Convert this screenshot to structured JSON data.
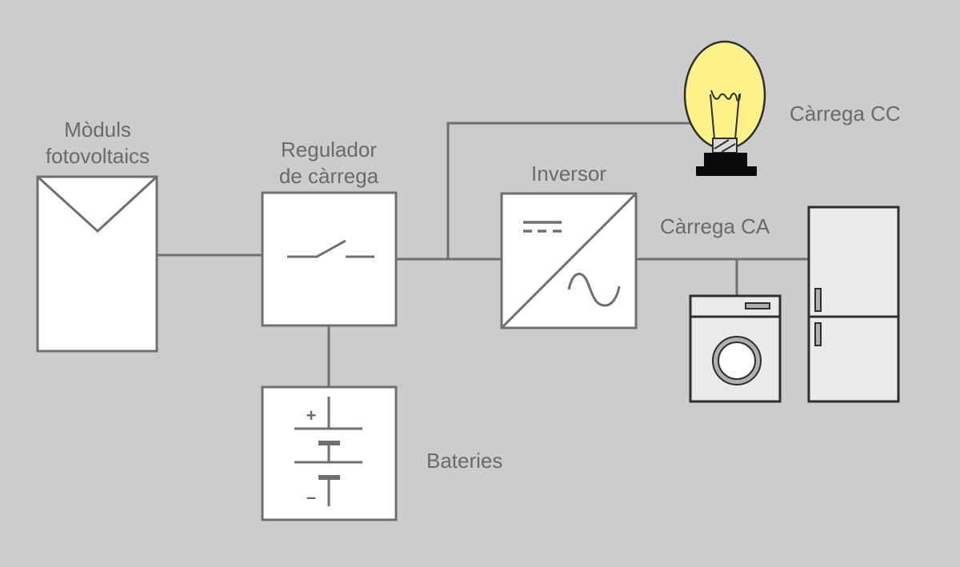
{
  "diagram": {
    "title": "Sistema fotovoltaic aïllat",
    "colors": {
      "background": "#cccccc",
      "line": "#6f6f6f",
      "label": "#6a6a6a",
      "bulb_glass": "#fdf28a",
      "appliance": "#e9eaea"
    },
    "components": {
      "pv_modules": {
        "label_line1": "Mòduls",
        "label_line2": "fotovoltaics",
        "icon": "solar-panel-icon"
      },
      "charge_regulator": {
        "label_line1": "Regulador",
        "label_line2": "de càrrega",
        "icon": "switch-icon"
      },
      "batteries": {
        "label": "Bateries",
        "icon": "battery-icon",
        "plus": "+",
        "minus": "–"
      },
      "inverter": {
        "label": "Inversor",
        "icon": "dc-ac-inverter-icon"
      },
      "dc_load": {
        "label": "Càrrega CC",
        "icon": "light-bulb-icon"
      },
      "ac_load": {
        "label": "Càrrega CA",
        "icons": [
          "washing-machine-icon",
          "refrigerator-icon"
        ]
      }
    },
    "connections": [
      {
        "from": "pv_modules",
        "to": "charge_regulator"
      },
      {
        "from": "charge_regulator",
        "to": "batteries"
      },
      {
        "from": "charge_regulator",
        "to": "inverter"
      },
      {
        "from": "charge_regulator",
        "to": "dc_load"
      },
      {
        "from": "inverter",
        "to": "ac_load"
      }
    ]
  }
}
